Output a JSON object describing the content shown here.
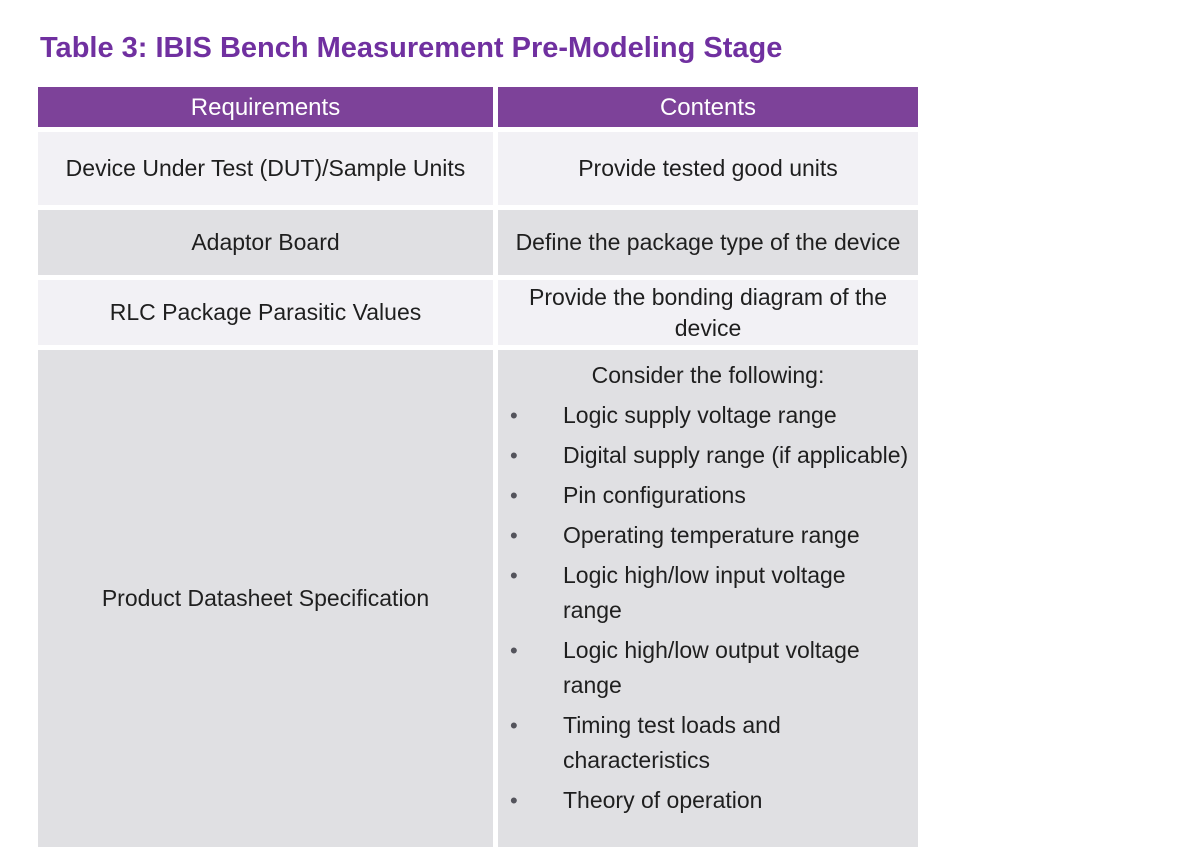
{
  "title": "Table 3: IBIS Bench Measurement Pre-Modeling Stage",
  "icons": {
    "bullet_dot": "•"
  },
  "colors": {
    "title_text": "#7030A0",
    "header_bg": "#7D4299",
    "header_text": "#FFFFFF",
    "row_light_bg": "#F2F1F5",
    "row_gray_bg": "#E0E0E3",
    "body_text": "#1F1F1F",
    "bullet_dot": "#54545C"
  },
  "table": {
    "columns": [
      "Requirements",
      "Contents"
    ],
    "rows": [
      {
        "requirement": "Device Under Test (DUT)/Sample Units",
        "content": "Provide tested good units"
      },
      {
        "requirement": "Adaptor Board",
        "content": "Define the package type of the device"
      },
      {
        "requirement": "RLC Package Parasitic Values",
        "content": "Provide the bonding diagram of the device"
      },
      {
        "requirement": "Product Datasheet Specification",
        "content_intro": "Consider the following:",
        "content_bullets": [
          "Logic supply voltage range",
          "Digital supply range (if applicable)",
          "Pin configurations",
          "Operating temperature range",
          "Logic high/low input voltage range",
          "Logic high/low output voltage range",
          "Timing test loads and characteristics",
          "Theory of operation"
        ]
      }
    ]
  }
}
